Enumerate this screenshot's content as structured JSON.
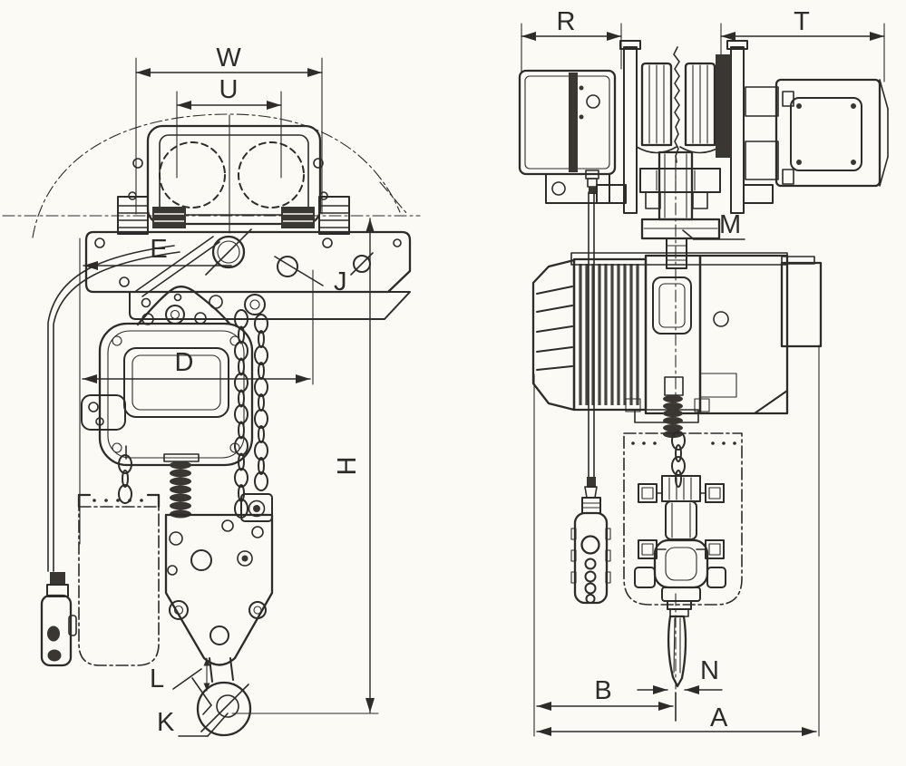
{
  "colors": {
    "ink": "#2e2b28",
    "dark": "#3a3632",
    "paper": "#fbfaf5"
  },
  "front_view": {
    "dims": {
      "W": "W",
      "U": "U",
      "E": "E",
      "J": "J",
      "D": "D",
      "H": "H",
      "L": "L",
      "K": "K"
    }
  },
  "side_view": {
    "dims": {
      "R": "R",
      "T": "T",
      "M": "M",
      "N": "N",
      "B": "B",
      "A": "A"
    }
  }
}
